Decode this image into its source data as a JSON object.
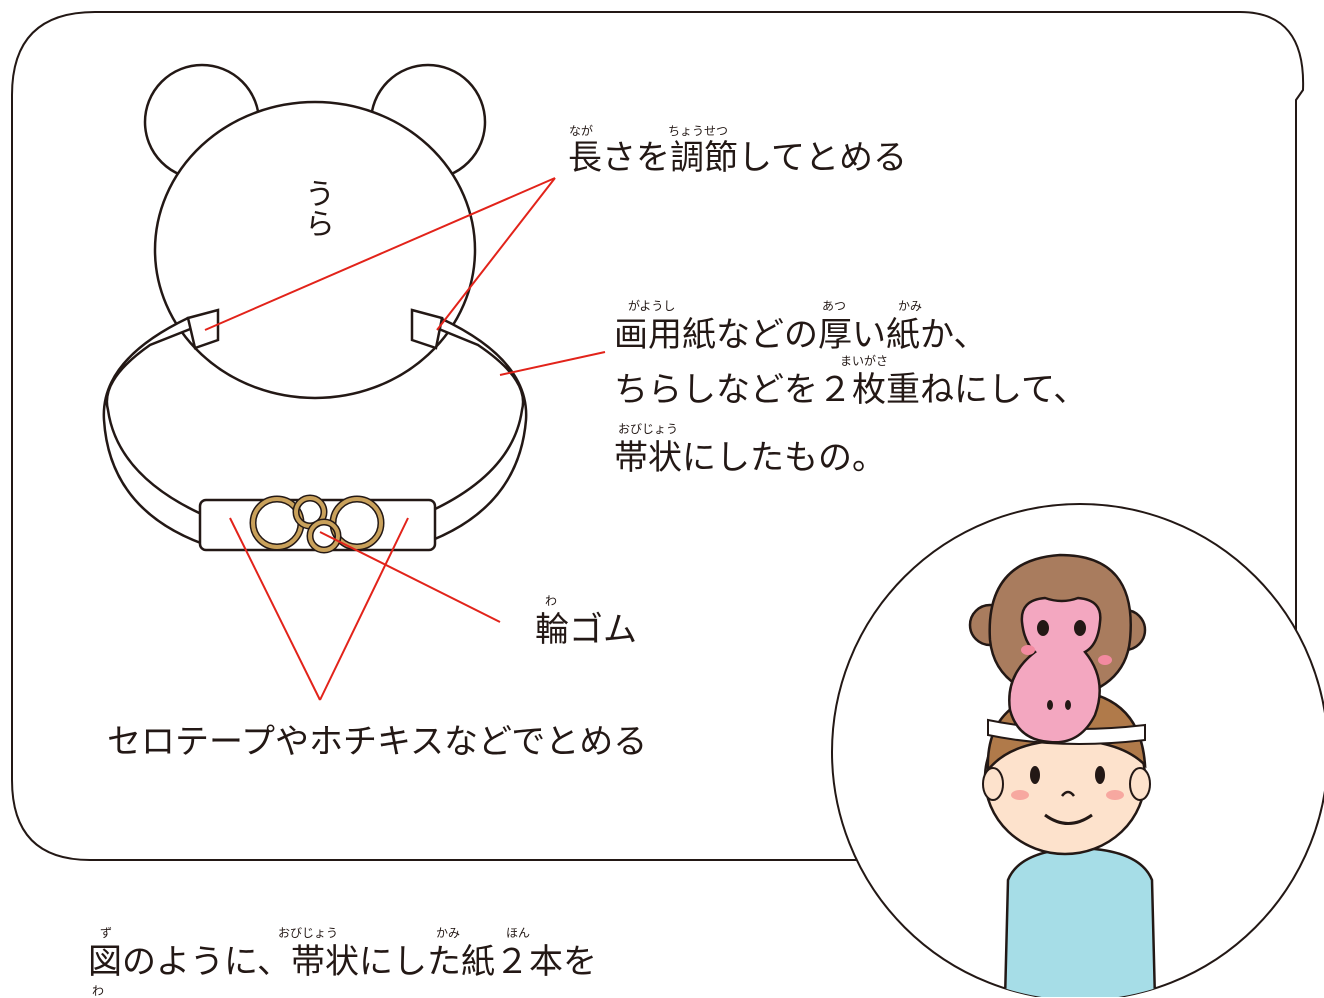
{
  "labels": {
    "back": "うら",
    "adjust": "長さを調節してとめる",
    "band_line1": "画用紙などの厚い紙か、",
    "band_line2": "ちらしなどを２枚重ねにして、",
    "band_line3": "帯状にしたもの。",
    "rubber": "輪ゴム",
    "fasten": "セロテープやホチキスなどでとめる",
    "caption": "図のように、帯状にした紙２本を"
  },
  "furigana": {
    "naga": "なが",
    "chousetsu": "ちょうせつ",
    "gayoushi": "がようし",
    "atsu": "あつ",
    "kami": "かみ",
    "maigasa": "まいがさ",
    "obijou": "おびじょう",
    "wa": "わ",
    "zu": "ず",
    "obijou2": "おびじょう",
    "kami2": "かみ",
    "hon": "ほん",
    "wa2": "わ"
  },
  "colors": {
    "leader_line": "#e2231a",
    "outline": "#231815",
    "monkey_face": "#a97c5e",
    "monkey_skin": "#f3a7c0",
    "child_skin": "#fde2cc",
    "child_hair": "#b07a4a",
    "child_shirt": "#a6dde7",
    "rubber_band": "#c9a15b"
  }
}
